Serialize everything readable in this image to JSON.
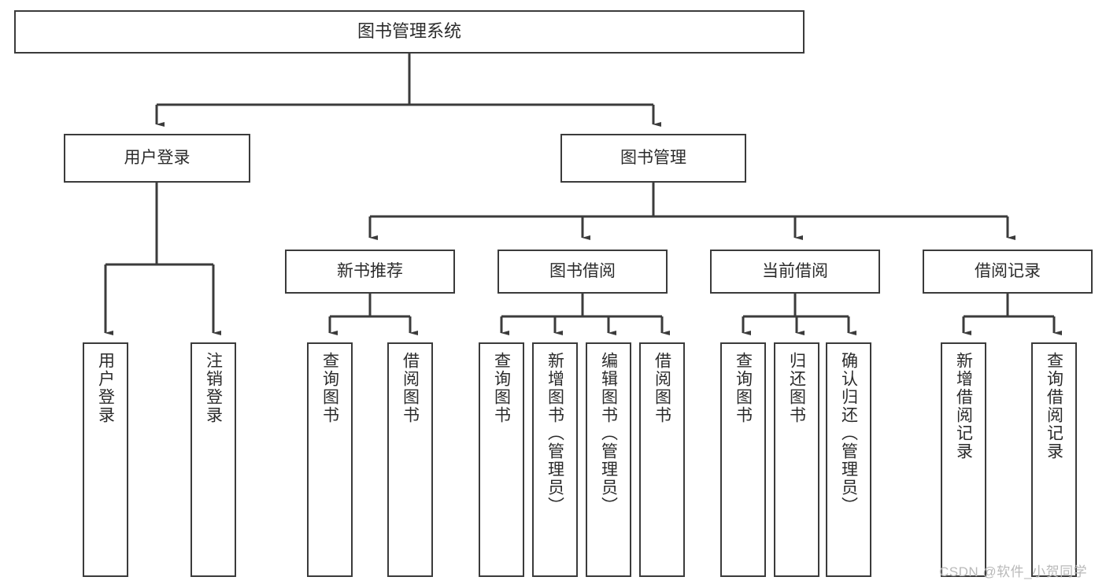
{
  "diagram": {
    "title": "图书管理系统",
    "watermark": "CSDN @软件_小贺同学",
    "stroke_color": "#3b3b3b",
    "text_color": "#2b2b2b",
    "background_color": "#ffffff",
    "nodes": {
      "root": {
        "label": "图书管理系统"
      },
      "level2": [
        {
          "id": "user-login",
          "label": "用户登录"
        },
        {
          "id": "book-management",
          "label": "图书管理"
        }
      ],
      "level3": [
        {
          "id": "new-book-recommend",
          "label": "新书推荐"
        },
        {
          "id": "book-borrow",
          "label": "图书借阅"
        },
        {
          "id": "current-borrow",
          "label": "当前借阅"
        },
        {
          "id": "borrow-record",
          "label": "借阅记录"
        }
      ],
      "leaves": {
        "user_login": [
          {
            "id": "leaf-user-login",
            "label": "用户登录"
          },
          {
            "id": "leaf-logout-login",
            "label": "注销登录"
          }
        ],
        "new_book_recommend": [
          {
            "id": "leaf-query-book-1",
            "label": "查询图书"
          },
          {
            "id": "leaf-borrow-book-1",
            "label": "借阅图书"
          }
        ],
        "book_borrow": [
          {
            "id": "leaf-query-book-2",
            "label": "查询图书"
          },
          {
            "id": "leaf-add-book-admin",
            "label": "新增图书（管理员）"
          },
          {
            "id": "leaf-edit-book-admin",
            "label": "编辑图书（管理员）"
          },
          {
            "id": "leaf-borrow-book-2",
            "label": "借阅图书"
          }
        ],
        "current_borrow": [
          {
            "id": "leaf-query-book-3",
            "label": "查询图书"
          },
          {
            "id": "leaf-return-book",
            "label": "归还图书"
          },
          {
            "id": "leaf-confirm-return-admin",
            "label": "确认归还（管理员）"
          }
        ],
        "borrow_record": [
          {
            "id": "leaf-add-borrow-record",
            "label": "新增借阅记录"
          },
          {
            "id": "leaf-query-borrow-record",
            "label": "查询借阅记录"
          }
        ]
      }
    }
  }
}
